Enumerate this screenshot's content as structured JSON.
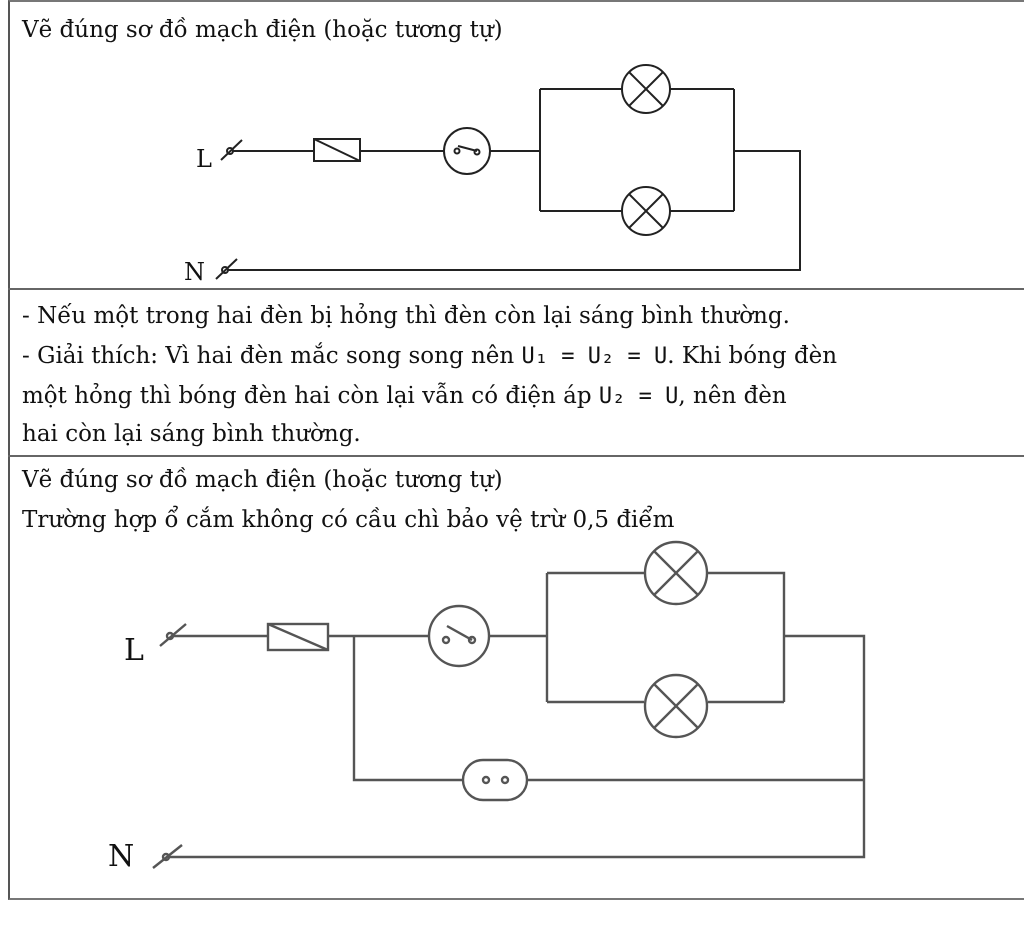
{
  "section1": {
    "heading": "Vẽ đúng sơ đồ mạch điện (hoặc tương tự)"
  },
  "diagram1": {
    "label_l": "L",
    "label_n": "N"
  },
  "section2": {
    "line1": "- Nếu một trong hai đèn bị hỏng thì đèn còn lại sáng bình thường.",
    "line2_prefix": "- Giải thích: Vì hai đèn mắc song song nên ",
    "line2_eq": "U₁ = U₂ = U",
    "line2_suffix": ". Khi bóng đèn",
    "line3_prefix": "một hỏng thì bóng đèn hai còn lại vẫn có điện áp ",
    "line3_eq": "U₂ = U",
    "line3_suffix": ", nên đèn",
    "line4": "hai còn lại sáng bình thường."
  },
  "section3": {
    "heading": "Vẽ đúng sơ đồ mạch điện (hoặc tương tự)",
    "note": "Trường hợp ổ cắm không có cầu chì bảo vệ trừ 0,5 điểm"
  },
  "diagram2": {
    "label_l": "L",
    "label_n": "N"
  }
}
